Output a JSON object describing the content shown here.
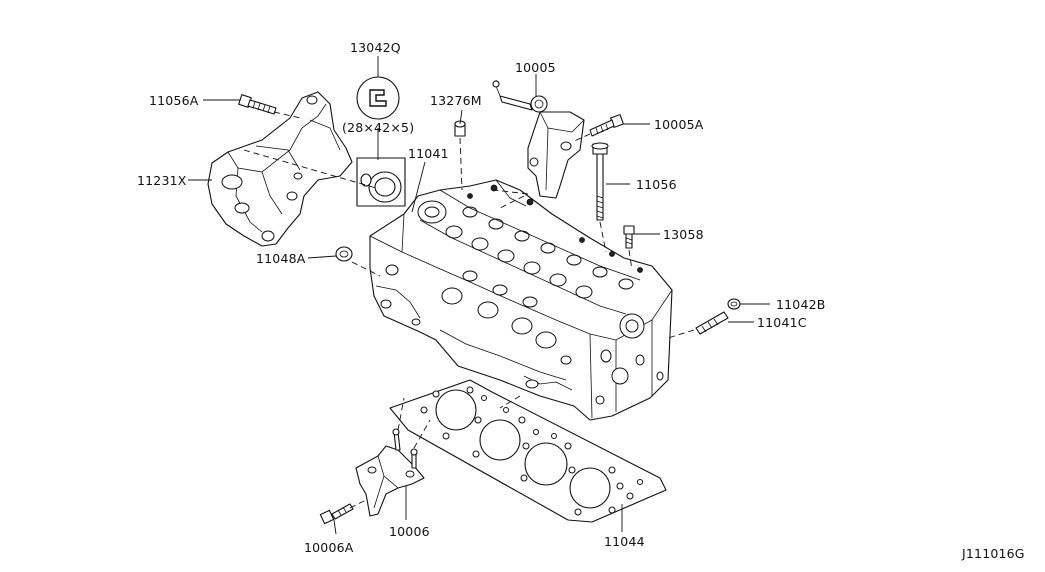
{
  "diagram_code": "J111016G",
  "labels": {
    "p11056A": "11056A",
    "p13042Q": "13042Q",
    "seal_size": "(28×42×5)",
    "p13276M": "13276M",
    "p10005": "10005",
    "p10005A": "10005A",
    "p11041": "11041",
    "p11231X": "11231X",
    "p11056": "11056",
    "p13058": "13058",
    "p11048A": "11048A",
    "p11042B": "11042B",
    "p11041C": "11041C",
    "p10006A": "10006A",
    "p10006": "10006",
    "p11044": "11044"
  }
}
